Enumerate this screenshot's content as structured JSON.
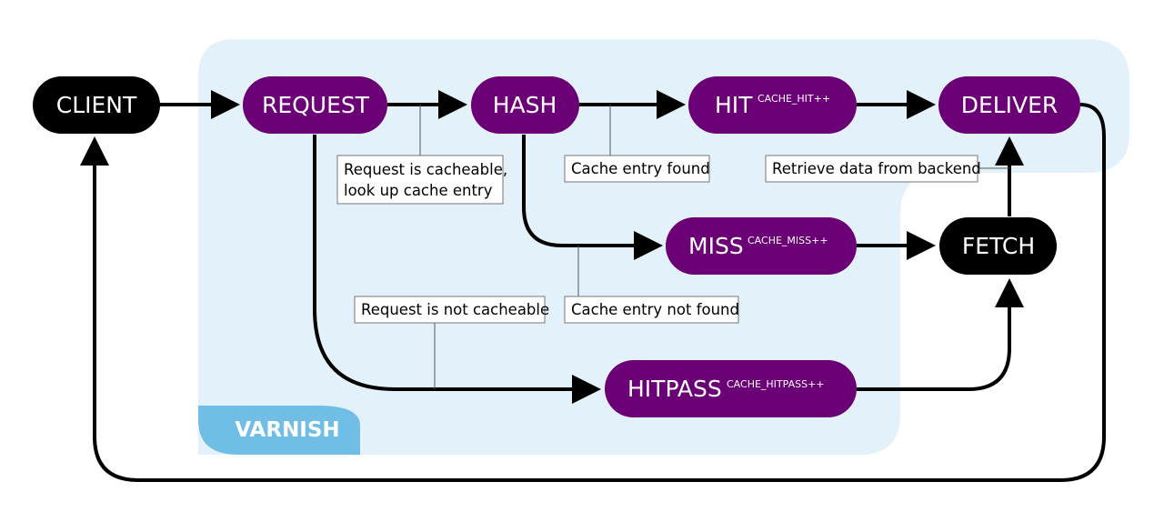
{
  "region": {
    "label": "VARNISH"
  },
  "nodes": {
    "client": {
      "label": "CLIENT"
    },
    "request": {
      "label": "REQUEST"
    },
    "hash": {
      "label": "HASH"
    },
    "hit": {
      "label": "HIT",
      "counter": "CACHE_HIT++"
    },
    "deliver": {
      "label": "DELIVER"
    },
    "miss": {
      "label": "MISS",
      "counter": "CACHE_MISS++"
    },
    "fetch": {
      "label": "FETCH"
    },
    "hitpass": {
      "label": "HITPASS",
      "counter": "CACHE_HITPASS++"
    }
  },
  "notes": {
    "cacheable": [
      "Request is cacheable,",
      "look up cache entry"
    ],
    "entry_found": "Cache entry found",
    "retrieve": "Retrieve data from backend",
    "not_cacheable": "Request is not cacheable",
    "entry_not_found": "Cache entry not found"
  },
  "colors": {
    "varnish_region": "#e3f2fa",
    "varnish_tab": "#70bde5",
    "node_purple": "#6b0076",
    "node_black": "#000000"
  }
}
